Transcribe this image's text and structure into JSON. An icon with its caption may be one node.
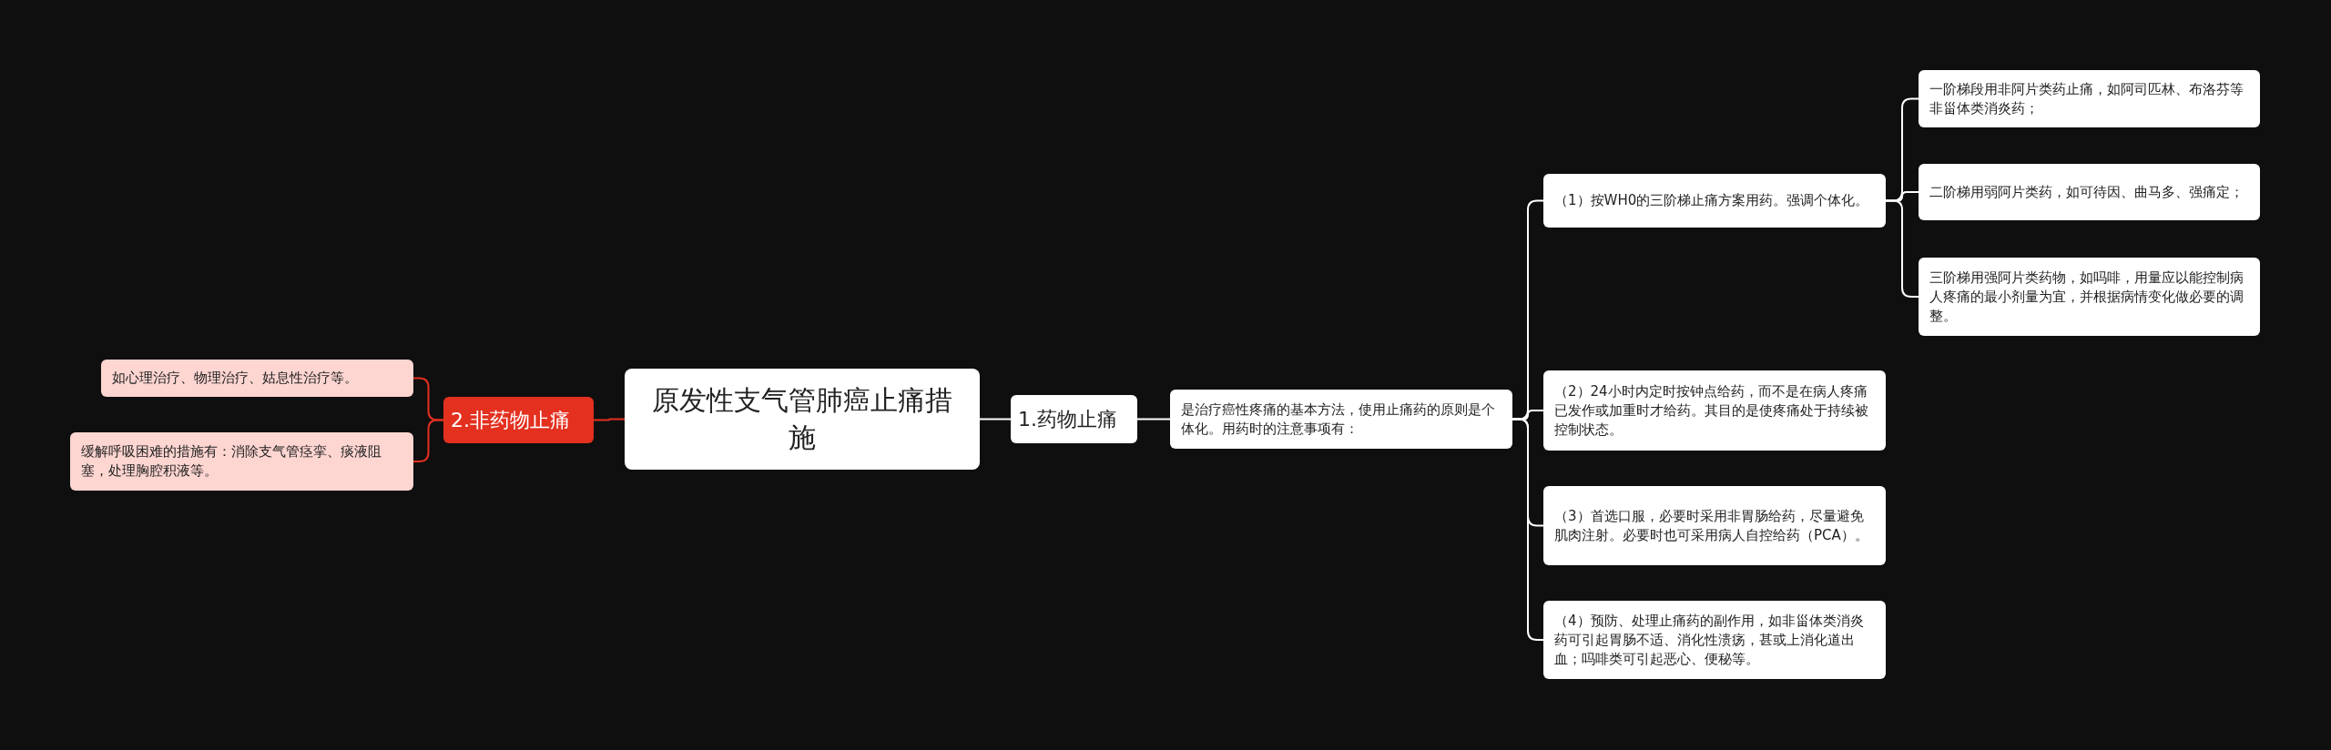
{
  "diagram": {
    "nodes": [
      {
        "text": [
          "原发性支气管肺癌止痛措施"
        ]
      },
      {
        "text": [
          "1.药物止痛"
        ]
      },
      {
        "text": [
          "是治疗癌性疼痛的基本方法，使用止痛药的原则是个体化。用药时的注意事项有："
        ]
      },
      {
        "text": [
          "（1）按WH0的三阶梯止痛方案用药。强调个体化。"
        ]
      },
      {
        "text": [
          "一阶梯段用非阿片类药止痛，如阿司匹林、布洛芬等非甾体类消炎药；"
        ]
      },
      {
        "text": [
          "二阶梯用弱阿片类药，如可待因、曲马多、强痛定；"
        ]
      },
      {
        "text": [
          "三阶梯用强阿片类药物，如吗啡，用量应以能控制病人疼痛的最小剂量为宜，并根据病情变化做必要的调整。"
        ]
      },
      {
        "text": [
          "（2）24小时内定时按钟点给药，而不是在病人疼痛已发作或加重时才给药。其目的是使疼痛处于持续被控制状态。"
        ]
      },
      {
        "text": [
          "（3）首选口服，必要时采用非胃肠给药，尽量避免肌肉注射。必要时也可采用病人自控给药（PCA）。"
        ]
      },
      {
        "text": [
          "（4）预防、处理止痛药的副作用，如非甾体类消炎药可引起胃肠不适、消化性溃疡，甚或上消化道出血；吗啡类可引起恶心、便秘等。"
        ]
      },
      {
        "text": [
          "2.非药物止痛"
        ]
      },
      {
        "text": [
          "如心理治疗、物理治疗、姑息性治疗等。"
        ]
      },
      {
        "text": [
          "缓解呼吸困难的措施有：消除支气管痉挛、痰液阻塞，处理胸腔积液等。"
        ]
      }
    ],
    "edges": [
      {
        "from": 0,
        "to": 1,
        "arrow": "none"
      },
      {
        "from": 1,
        "to": 2,
        "arrow": "none"
      },
      {
        "from": 2,
        "to": 3,
        "arrow": "none"
      },
      {
        "from": 3,
        "to": 4,
        "arrow": "none"
      },
      {
        "from": 3,
        "to": 5,
        "arrow": "none"
      },
      {
        "from": 3,
        "to": 6,
        "arrow": "none"
      },
      {
        "from": 2,
        "to": 7,
        "arrow": "none"
      },
      {
        "from": 2,
        "to": 8,
        "arrow": "none"
      },
      {
        "from": 2,
        "to": 9,
        "arrow": "none"
      },
      {
        "from": 0,
        "to": 10,
        "arrow": "none",
        "color": "#e3301f"
      },
      {
        "from": 10,
        "to": 11,
        "arrow": "none",
        "color": "#e3301f"
      },
      {
        "from": 10,
        "to": 12,
        "arrow": "none",
        "color": "#e3301f"
      }
    ]
  }
}
